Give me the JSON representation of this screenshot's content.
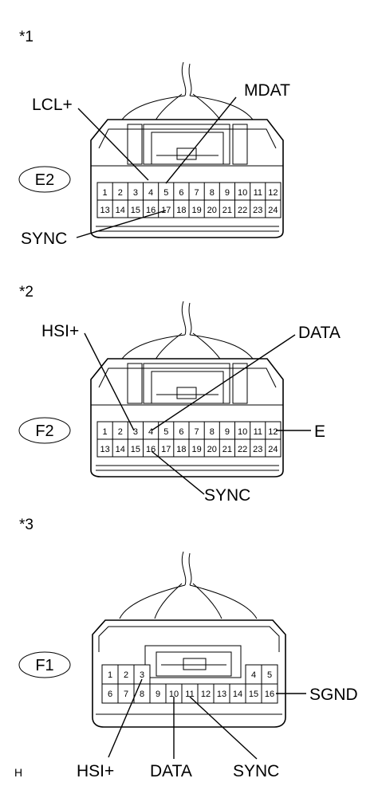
{
  "diagrams": [
    {
      "marker": "*1",
      "connector": "E2",
      "callouts": {
        "lcl": "LCL+",
        "mdat": "MDAT",
        "sync": "SYNC"
      },
      "pins_top": [
        "1",
        "2",
        "3",
        "4",
        "5",
        "6",
        "7",
        "8",
        "9",
        "10",
        "11",
        "12"
      ],
      "pins_bottom": [
        "13",
        "14",
        "15",
        "16",
        "17",
        "18",
        "19",
        "20",
        "21",
        "22",
        "23",
        "24"
      ]
    },
    {
      "marker": "*2",
      "connector": "F2",
      "callouts": {
        "hsi": "HSI+",
        "data": "DATA",
        "e": "E",
        "sync": "SYNC"
      },
      "pins_top": [
        "1",
        "2",
        "3",
        "4",
        "5",
        "6",
        "7",
        "8",
        "9",
        "10",
        "11",
        "12"
      ],
      "pins_bottom": [
        "13",
        "14",
        "15",
        "16",
        "17",
        "18",
        "19",
        "20",
        "21",
        "22",
        "23",
        "24"
      ]
    },
    {
      "marker": "*3",
      "connector": "F1",
      "callouts": {
        "sgnd": "SGND",
        "hsi": "HSI+",
        "data": "DATA",
        "sync": "SYNC"
      },
      "pins_top_left": [
        "1",
        "2",
        "3"
      ],
      "pins_top_right": [
        "4",
        "5"
      ],
      "pins_bottom": [
        "6",
        "7",
        "8",
        "9",
        "10",
        "11",
        "12",
        "13",
        "14",
        "15",
        "16"
      ]
    }
  ],
  "footer_code": "H"
}
